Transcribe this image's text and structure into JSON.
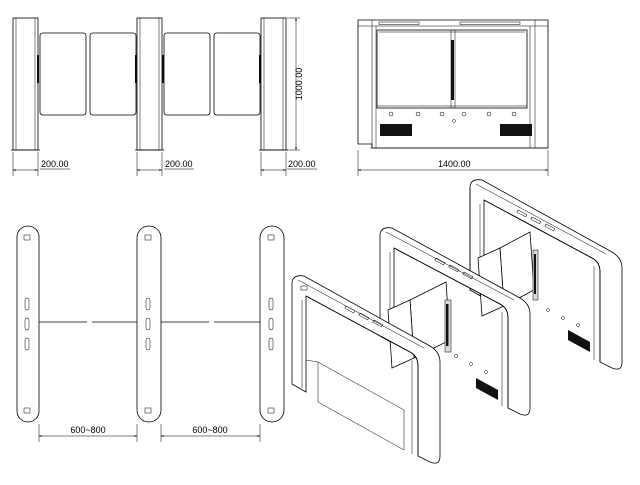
{
  "drawing": {
    "front_view": {
      "gap_widths": [
        "200.00",
        "200.00",
        "200.00"
      ],
      "height": "1000.00"
    },
    "side_view": {
      "length": "1400.00"
    },
    "top_view": {
      "passage_widths": [
        "600~800",
        "600~800"
      ]
    }
  }
}
